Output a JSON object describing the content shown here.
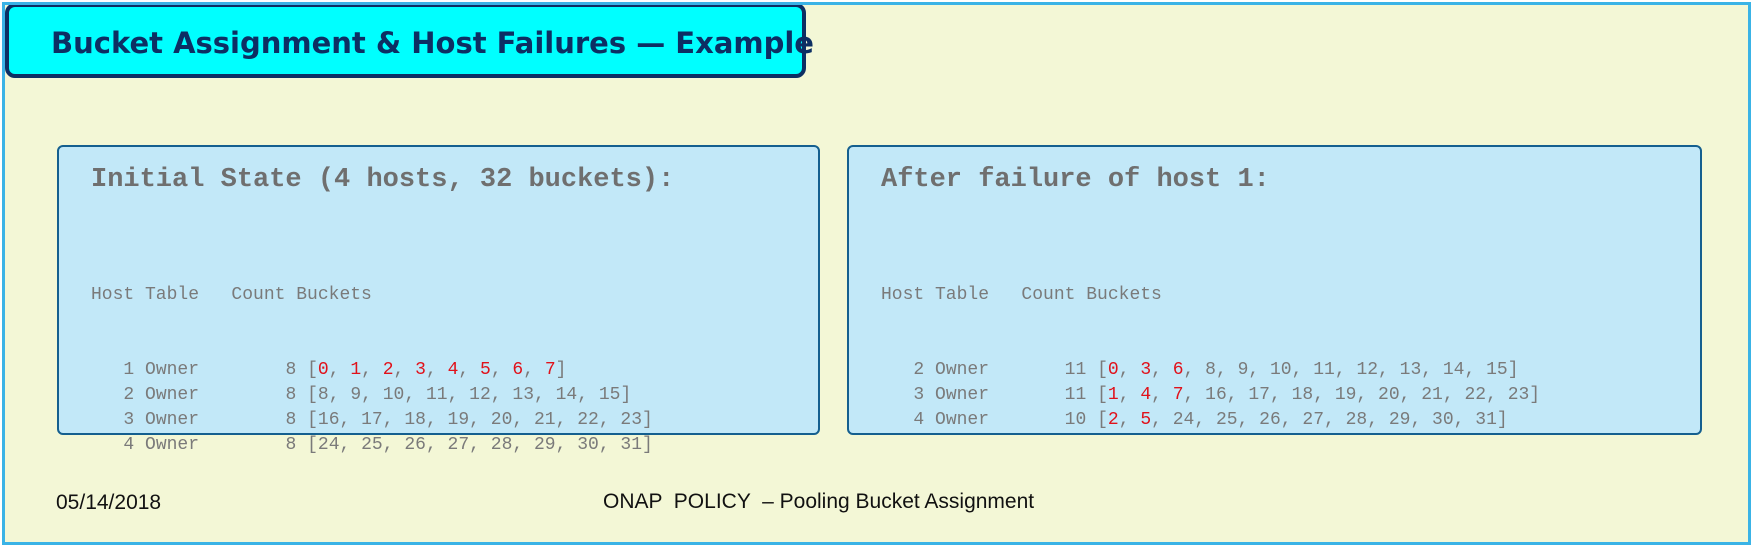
{
  "title": "Bucket Assignment & Host Failures — Example",
  "colors": {
    "slide_background": "#f3f7d6",
    "slide_border": "#3ab3e6",
    "title_background": "#00ffff",
    "title_border": "#0d2f63",
    "title_text": "#0d2f63",
    "panel_background": "#c2e8f8",
    "panel_border": "#145f8f",
    "panel_text": "#7a7a7a",
    "highlight": "#e0121b"
  },
  "panels": {
    "initial": {
      "heading": "Initial State (4 hosts, 32 buckets):",
      "header": "Host Table   Count Buckets",
      "rows": [
        {
          "host": "1",
          "table": "Owner",
          "count": "8",
          "buckets": [
            0,
            1,
            2,
            3,
            4,
            5,
            6,
            7
          ],
          "highlighted": [
            0,
            1,
            2,
            3,
            4,
            5,
            6,
            7
          ]
        },
        {
          "host": "2",
          "table": "Owner",
          "count": "8",
          "buckets": [
            8,
            9,
            10,
            11,
            12,
            13,
            14,
            15
          ],
          "highlighted": []
        },
        {
          "host": "3",
          "table": "Owner",
          "count": "8",
          "buckets": [
            16,
            17,
            18,
            19,
            20,
            21,
            22,
            23
          ],
          "highlighted": []
        },
        {
          "host": "4",
          "table": "Owner",
          "count": "8",
          "buckets": [
            24,
            25,
            26,
            27,
            28,
            29,
            30,
            31
          ],
          "highlighted": []
        }
      ]
    },
    "after_failure": {
      "heading": "After failure of host 1:",
      "header": "Host Table   Count Buckets",
      "rows": [
        {
          "host": "2",
          "table": "Owner",
          "count": "11",
          "buckets": [
            0,
            3,
            6,
            8,
            9,
            10,
            11,
            12,
            13,
            14,
            15
          ],
          "highlighted": [
            0,
            3,
            6
          ]
        },
        {
          "host": "3",
          "table": "Owner",
          "count": "11",
          "buckets": [
            1,
            4,
            7,
            16,
            17,
            18,
            19,
            20,
            21,
            22,
            23
          ],
          "highlighted": [
            1,
            4,
            7
          ]
        },
        {
          "host": "4",
          "table": "Owner",
          "count": "10",
          "buckets": [
            2,
            5,
            24,
            25,
            26,
            27,
            28,
            29,
            30,
            31
          ],
          "highlighted": [
            2,
            5
          ]
        }
      ]
    }
  },
  "footer": {
    "date": "05/14/2018",
    "center": "ONAP  POLICY  – Pooling Bucket Assignment"
  }
}
